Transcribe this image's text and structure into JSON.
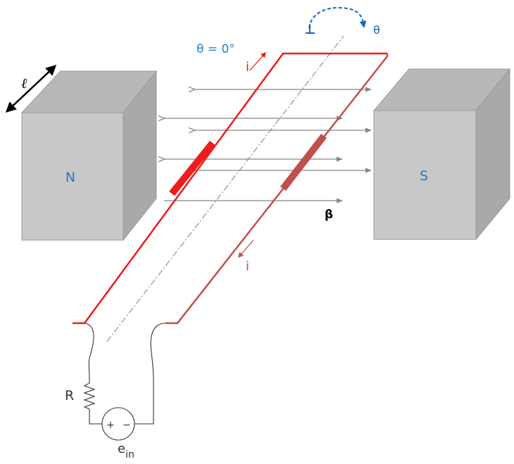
{
  "magnets": {
    "north_label": "N",
    "south_label": "S"
  },
  "labels": {
    "length": "ℓ",
    "angle_value": "θ = 0°",
    "rotation": "θ",
    "field": "β",
    "current_top": "i",
    "current_bottom": "i",
    "resistor": "R",
    "source_main": "e",
    "source_sub": "in",
    "source_plus": "+",
    "source_minus": "−"
  },
  "colors": {
    "magnet_face": "#c8c8c8",
    "magnet_side": "#a9a9a9",
    "magnet_top": "#b8b8b8",
    "pole_text": "#2a72c9",
    "coil_front": "#ee1c1c",
    "coil_back": "#c0504d",
    "field_line": "#888888",
    "rotation": "#1466c0",
    "axis": "#999999",
    "circuit": "#333333"
  }
}
